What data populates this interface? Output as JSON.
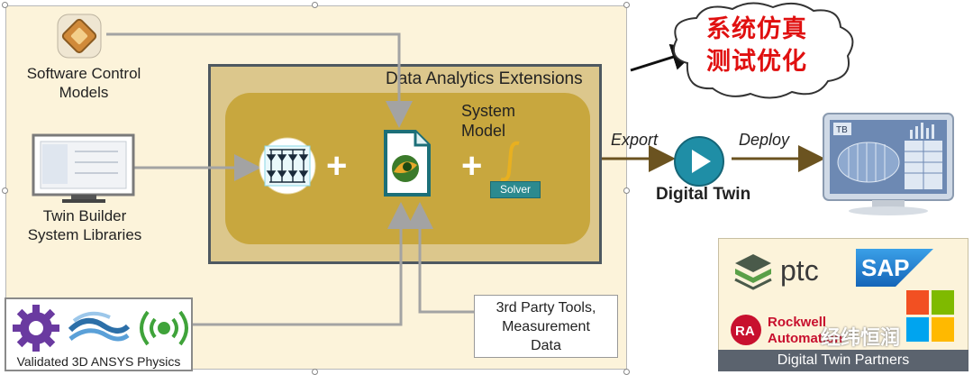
{
  "diagram": {
    "software_control_label": "Software Control\nModels",
    "twin_builder_label": "Twin Builder\nSystem Libraries",
    "dae_title": "Data Analytics Extensions",
    "system_model_label": "System\nModel",
    "solver_label": "Solver",
    "plus_symbol": "+",
    "export_label": "Export",
    "deploy_label": "Deploy",
    "digital_twin_label": "Digital Twin",
    "physics_label": "Validated 3D ANSYS Physics",
    "third_party_label": "3rd Party Tools,\nMeasurement\nData",
    "cloud_text": "系统仿真\n测试优化",
    "tb_badge": "TB",
    "partners": {
      "title": "Digital Twin Partners",
      "ptc": "ptc",
      "sap": "SAP",
      "ra_badge": "RA",
      "rockwell": "Rockwell\nAutomation"
    },
    "watermark": "经纬恒润"
  },
  "colors": {
    "arrow": "#a3a3a3",
    "export_arrow": "#6b5320",
    "cloud_text": "#e01010",
    "solver": "#2c8a8f",
    "play_button": "#1f8ea6"
  }
}
